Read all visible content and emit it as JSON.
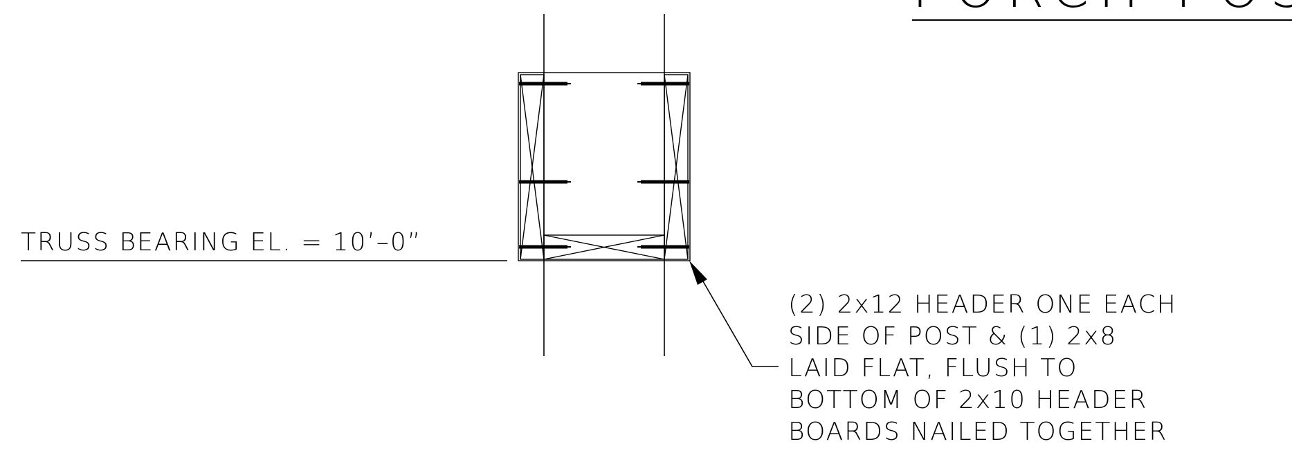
{
  "title": {
    "text": "PORCH POST"
  },
  "elevation_label": {
    "text": "TRUSS BEARING EL. = 10’–0”"
  },
  "callout": {
    "lines": [
      "(2) 2x12 HEADER ONE EACH",
      "SIDE OF POST & (1) 2x8",
      "LAID FLAT, FLUSH TO",
      "BOTTOM OF 2x10 HEADER",
      "BOARDS NAILED TOGETHER"
    ]
  },
  "colors": {
    "ink": "#000000",
    "background": "#ffffff"
  }
}
